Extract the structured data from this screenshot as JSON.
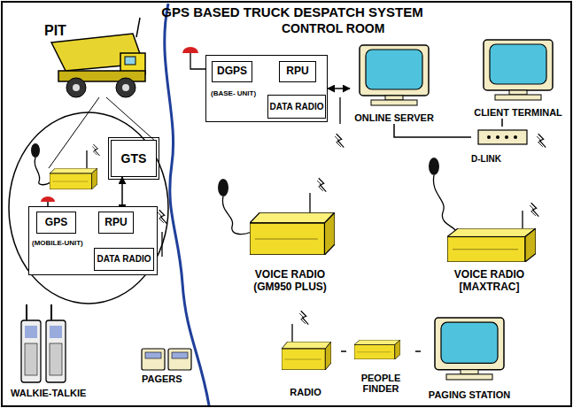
{
  "diagram": {
    "title": "GPS BASED TRUCK DESPATCH SYSTEM",
    "nodes": [
      {
        "text": [
          "(MOBILE-UNIT)"
        ]
      },
      {
        "text": [
          "GPS"
        ],
        "in": 0
      },
      {
        "text": [
          "RPU"
        ],
        "in": 0
      },
      {
        "text": [
          "DATA RADIO"
        ],
        "in": 0
      },
      {
        "text": [
          "GTS"
        ]
      },
      {
        "text": [
          "(BASE- UNIT)"
        ]
      },
      {
        "text": [
          "DGPS"
        ],
        "in": 5
      },
      {
        "text": [
          "RPU"
        ],
        "in": 5
      },
      {
        "text": [
          "DATA RADIO"
        ],
        "in": 5
      },
      {
        "text": [
          "ONLINE SERVER"
        ]
      },
      {
        "text": [
          "CLIENT TERMINAL"
        ]
      },
      {
        "text": [
          "D-LINK"
        ]
      },
      {
        "text": [
          "VOICE RADIO",
          "(GM950 PLUS)"
        ]
      },
      {
        "text": [
          "VOICE RADIO",
          "[MAXTRAC]"
        ]
      },
      {
        "text": [
          "RADIO"
        ]
      },
      {
        "text": [
          "PEOPLE FINDER"
        ]
      },
      {
        "text": [
          "PAGING STATION"
        ]
      }
    ],
    "edges": [
      {
        "from": 1,
        "to": 2,
        "arrow": "both"
      },
      {
        "from": 2,
        "to": 4,
        "arrow": "both"
      },
      {
        "from": 2,
        "to": 3,
        "arrow": "both"
      },
      {
        "from": 6,
        "to": 7,
        "arrow": "both"
      },
      {
        "from": 7,
        "to": 8,
        "arrow": "both"
      },
      {
        "from": 5,
        "to": 9,
        "arrow": "both"
      },
      {
        "from": 9,
        "to": 11,
        "arrow": "none"
      },
      {
        "from": 11,
        "to": 10,
        "arrow": "none"
      },
      {
        "from": 14,
        "to": 15,
        "arrow": "none"
      },
      {
        "from": 15,
        "to": 16,
        "arrow": "none"
      }
    ],
    "labels": [
      "CONTROL ROOM",
      "PIT",
      "WALKIE-TALKIE",
      "PAGERS"
    ]
  }
}
